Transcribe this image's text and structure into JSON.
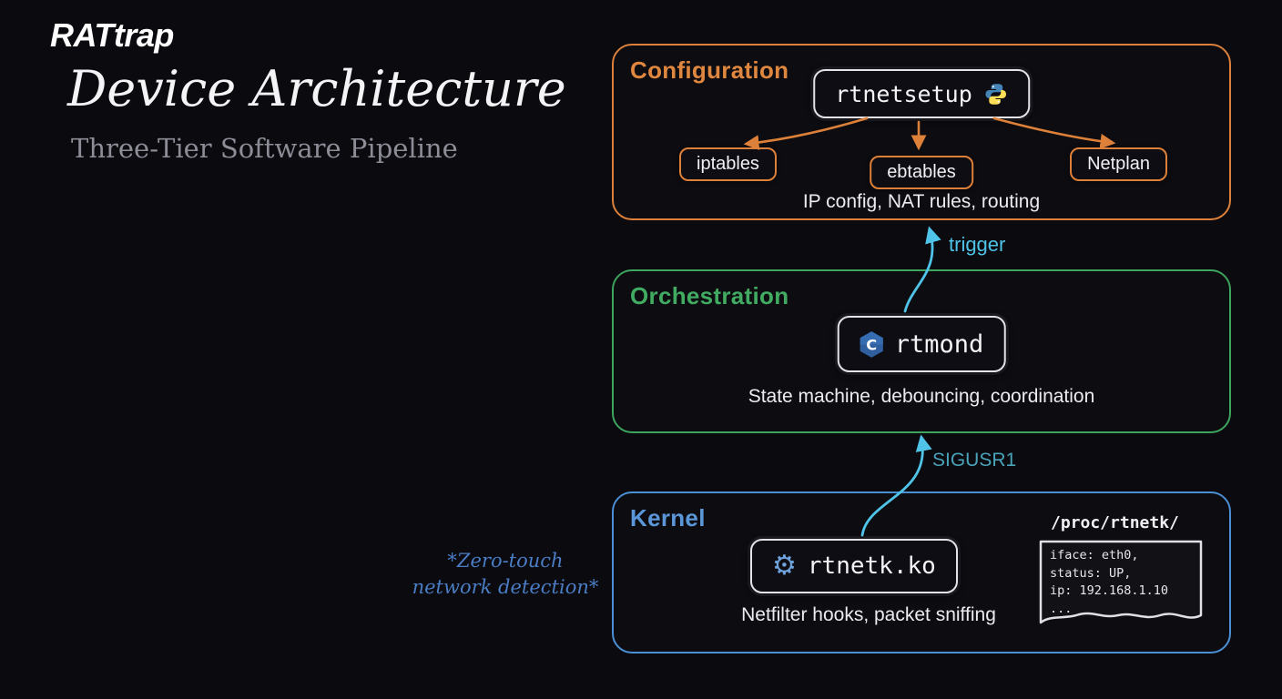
{
  "header": {
    "logo_strong": "RAT",
    "logo_rest": "trap",
    "title": "Device Architecture",
    "subtitle": "Three-Tier Software Pipeline"
  },
  "config_tier": {
    "label": "Configuration",
    "node": "rtnetsetup",
    "node_icon": "python-icon",
    "children": [
      "iptables",
      "ebtables",
      "Netplan"
    ],
    "caption": "IP config, NAT rules, routing"
  },
  "orchestration_tier": {
    "label": "Orchestration",
    "node": "rtmond",
    "node_icon": "c-icon",
    "caption": "State machine, debouncing, coordination"
  },
  "kernel_tier": {
    "label": "Kernel",
    "node": "rtnetk.ko",
    "node_icon": "gear-icon",
    "caption": "Netfilter hooks, packet sniffing",
    "proc_title": "/proc/rtnetk/",
    "proc_lines": [
      "iface: eth0,",
      "status: UP,",
      "ip: 192.168.1.10",
      "..."
    ]
  },
  "arrows": {
    "trigger": "trigger",
    "signal": "SIGUSR1"
  },
  "annotation": [
    "*Zero-touch",
    "network detection*"
  ],
  "colors": {
    "background": "#0a0a0f",
    "orange": "#dd8039",
    "green": "#3da55e",
    "blue": "#4b8fd5",
    "cyan": "#4fc3e8",
    "teal": "#4aa3ba",
    "annotation_blue": "#4a7dc4"
  }
}
